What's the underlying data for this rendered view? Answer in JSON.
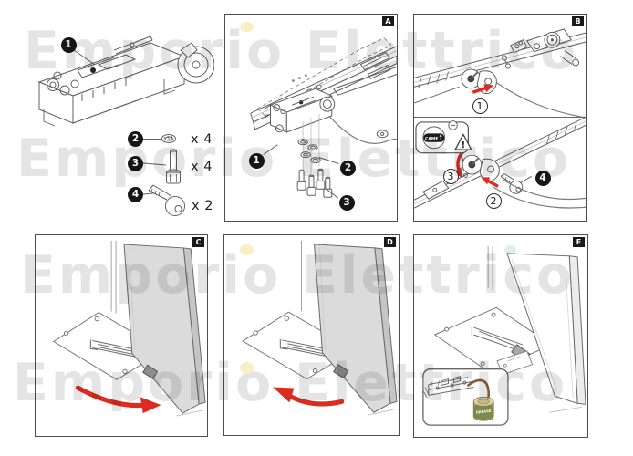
{
  "watermark": {
    "text": "Emporio Elettrico",
    "color": "#e4e4e4"
  },
  "colors": {
    "arrow_red": "#de2b1f",
    "line_art": "#5f5f5f",
    "door_gray": "#dbdbdb",
    "panel_border": "#4f4f4f",
    "label_bg": "#1a1a1a",
    "grease_olive": "#7e8a4a",
    "grease_tan": "#ded5a6"
  },
  "parts": {
    "unit_callout": "1",
    "items": [
      {
        "callout": "2",
        "name": "washer",
        "qty": "x 4"
      },
      {
        "callout": "3",
        "name": "bolt",
        "qty": "x 4"
      },
      {
        "callout": "4",
        "name": "release-key",
        "qty": "x 2"
      }
    ]
  },
  "panels": {
    "a": {
      "label": "A",
      "callouts": {
        "unit": "1",
        "washer": "2",
        "bolt": "3"
      }
    },
    "b": {
      "label": "B",
      "steps": {
        "step1": "1",
        "step2": "2",
        "step3": "3"
      },
      "key_callout": "4",
      "bubble": {
        "knob_text": "CAME",
        "warning_mark": "!"
      }
    },
    "c": {
      "label": "C"
    },
    "d": {
      "label": "D"
    },
    "e": {
      "label": "E",
      "inset": {
        "grease_label": "GREASE"
      }
    }
  }
}
